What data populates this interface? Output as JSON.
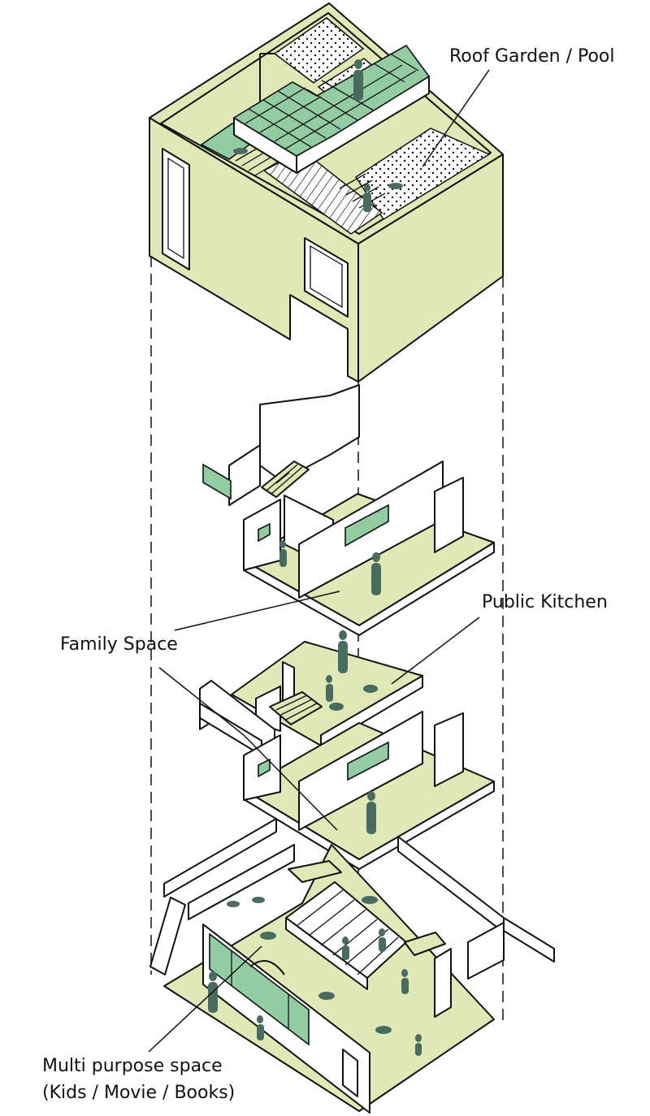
{
  "labels": {
    "roof": "Roof Garden / Pool",
    "kitchen": "Public Kitchen",
    "family": "Family Space",
    "multi_line1": "Multi purpose space",
    "multi_line2": "(Kids / Movie / Books)"
  },
  "colors": {
    "floor": "#dfe8b7",
    "glass": "#93cca2",
    "figure": "#4a6b5d",
    "line": "#111111"
  }
}
